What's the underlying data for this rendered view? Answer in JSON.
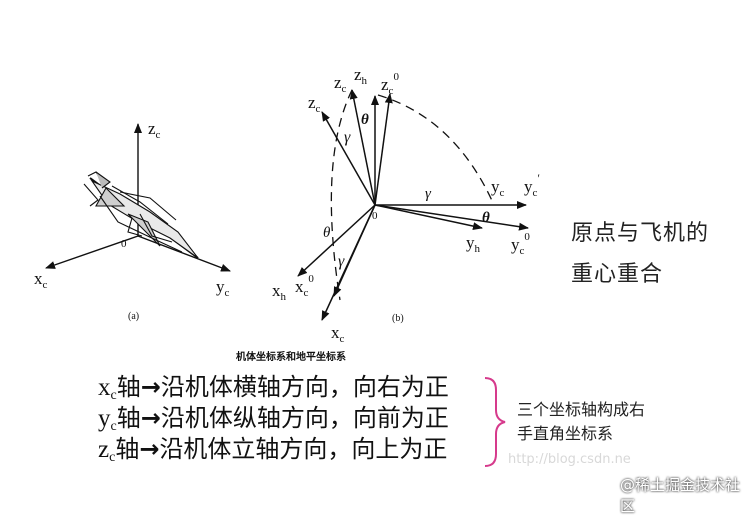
{
  "fig_a": {
    "label_z": "z",
    "label_z_sub": "c",
    "label_x": "x",
    "label_x_sub": "c",
    "label_y": "y",
    "label_y_sub": "c",
    "origin": "0",
    "caption": "(a)"
  },
  "fig_b": {
    "zc": "z",
    "zc_sub": "c",
    "zh": "z",
    "zh_sub": "h",
    "zc0": "z",
    "zc0_sub": "c",
    "zc0_sup": "0",
    "zc_prime": "z",
    "zc_prime_sub": "c",
    "theta_top": "θ",
    "gamma_top": "γ",
    "yc": "y",
    "yc_sub": "c",
    "yc_prime": "y",
    "yc_prime_sub": "c",
    "prime": "′",
    "gamma_mid": "γ",
    "yh": "y",
    "yh_sub": "h",
    "theta_right": "θ",
    "yc0": "y",
    "yc0_sub": "c",
    "yc0_sup": "0",
    "origin": "0",
    "theta_left": "θ",
    "gamma_left": "γ",
    "xh": "x",
    "xh_sub": "h",
    "xc0": "x",
    "xc0_sub": "c",
    "xc0_sup": "0",
    "xc": "x",
    "xc_sub": "c",
    "caption": "(b)"
  },
  "figure_title": "机体坐标系和地平坐标系",
  "side_note": [
    "原点与飞机的",
    "重心重合"
  ],
  "rules": [
    {
      "axis": "x",
      "sub": "c",
      "arrow": "→",
      "text": "沿机体横轴方向，向右为正"
    },
    {
      "axis": "y",
      "sub": "c",
      "arrow": "→",
      "text": "沿机体纵轴方向，向前为正"
    },
    {
      "axis": "z",
      "sub": "c",
      "arrow": "→",
      "text": "沿机体立轴方向，向上为正"
    }
  ],
  "rule_suffix": "轴",
  "conclusion": [
    "三个坐标轴构成右",
    "手直角坐标系"
  ],
  "watermark": "http://blog.csdn.ne",
  "brand": "@稀土掘金技术社区",
  "colors": {
    "ink": "#111111",
    "brace": "#d63a8c",
    "watermark": "#d8d8d8"
  }
}
